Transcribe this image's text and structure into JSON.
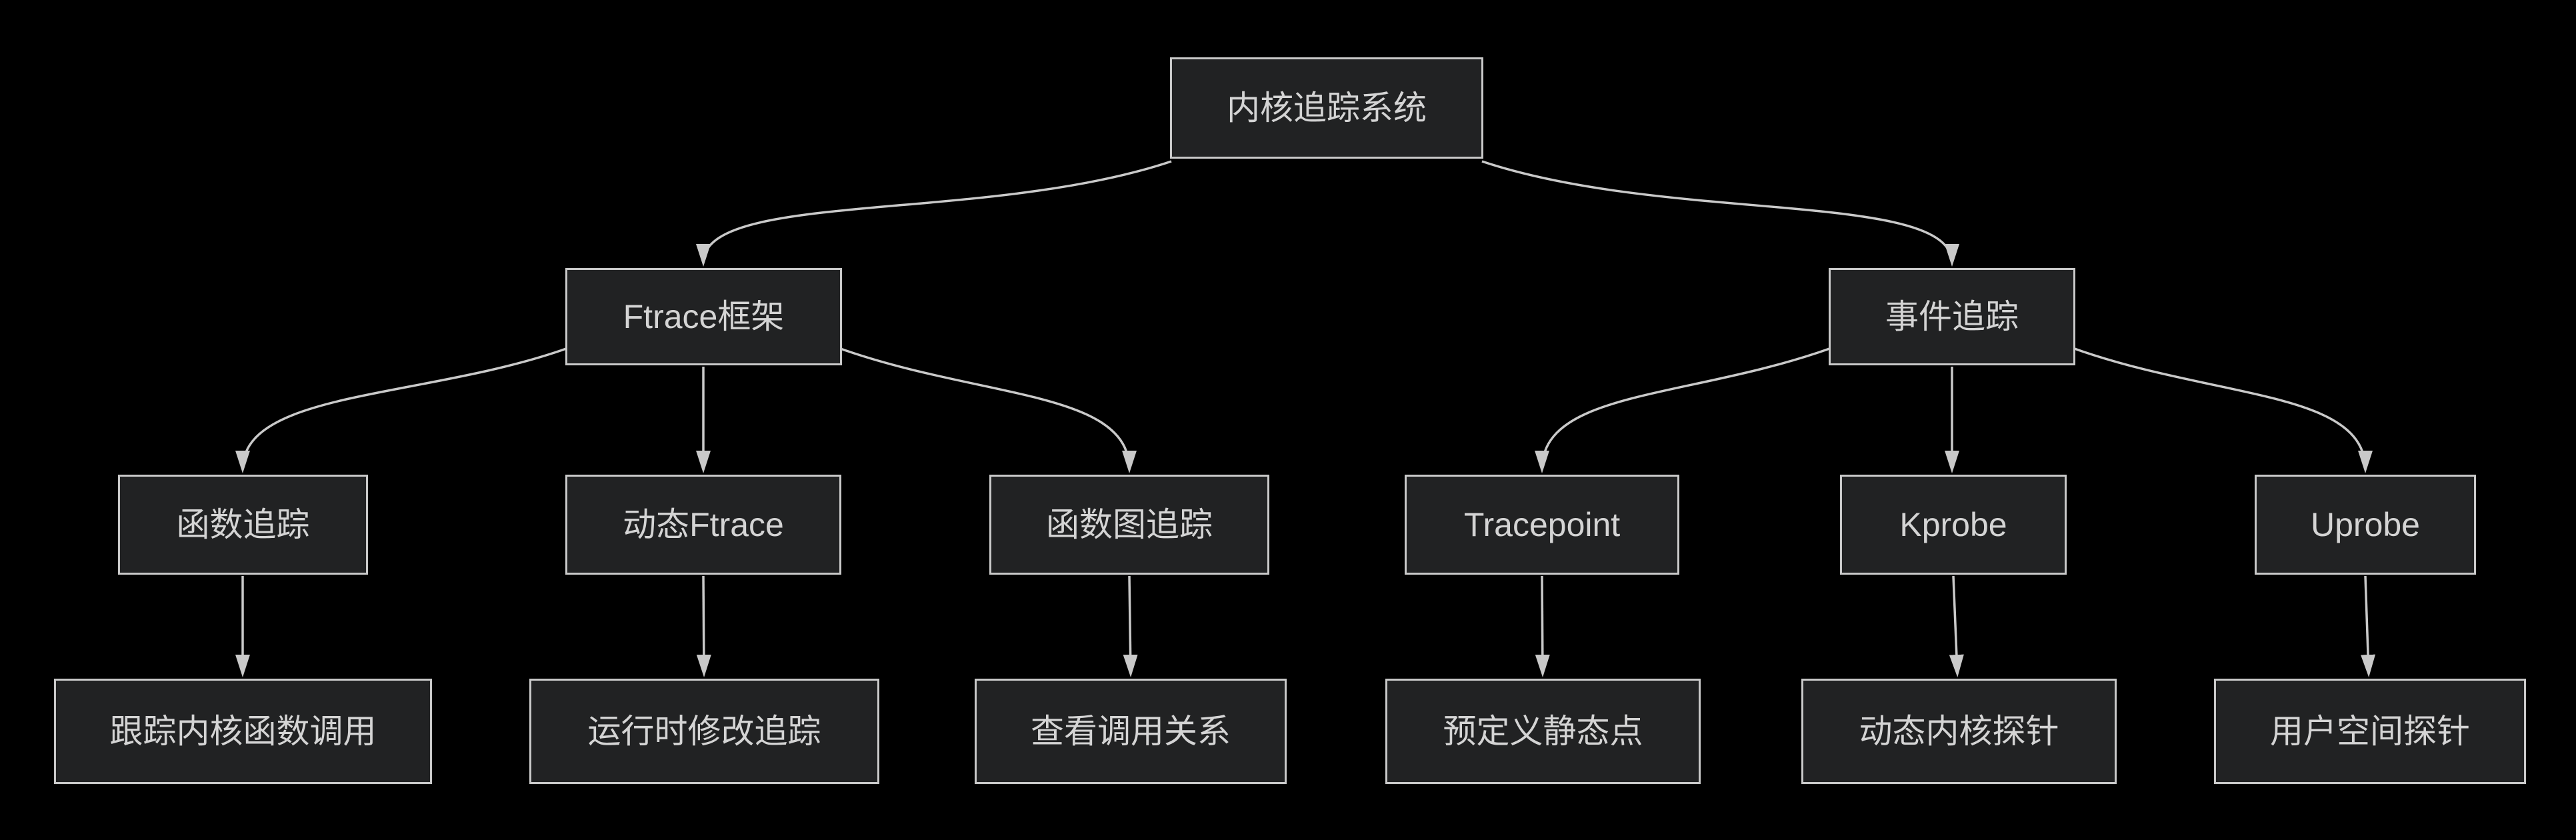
{
  "diagram": {
    "type": "flowchart-tree",
    "colors": {
      "background": "#000000",
      "node_fill": "#212223",
      "node_border": "#c9c9c9",
      "node_text": "#d4d4d4",
      "edge_stroke": "#c9c9c9"
    },
    "nodes": {
      "root": {
        "label": "内核追踪系统"
      },
      "ftrace": {
        "label": "Ftrace框架"
      },
      "events": {
        "label": "事件追踪"
      },
      "func_trace": {
        "label": "函数追踪"
      },
      "dyn_ftrace": {
        "label": "动态Ftrace"
      },
      "func_graph": {
        "label": "函数图追踪"
      },
      "tracepoint": {
        "label": "Tracepoint"
      },
      "kprobe": {
        "label": "Kprobe"
      },
      "uprobe": {
        "label": "Uprobe"
      },
      "func_trace_desc": {
        "label": "跟踪内核函数调用"
      },
      "dyn_ftrace_desc": {
        "label": "运行时修改追踪"
      },
      "func_graph_desc": {
        "label": "查看调用关系"
      },
      "tracepoint_desc": {
        "label": "预定义静态点"
      },
      "kprobe_desc": {
        "label": "动态内核探针"
      },
      "uprobe_desc": {
        "label": "用户空间探针"
      }
    },
    "edges": [
      {
        "from": "root",
        "to": "ftrace"
      },
      {
        "from": "root",
        "to": "events"
      },
      {
        "from": "ftrace",
        "to": "func_trace"
      },
      {
        "from": "ftrace",
        "to": "dyn_ftrace"
      },
      {
        "from": "ftrace",
        "to": "func_graph"
      },
      {
        "from": "events",
        "to": "tracepoint"
      },
      {
        "from": "events",
        "to": "kprobe"
      },
      {
        "from": "events",
        "to": "uprobe"
      },
      {
        "from": "func_trace",
        "to": "func_trace_desc"
      },
      {
        "from": "dyn_ftrace",
        "to": "dyn_ftrace_desc"
      },
      {
        "from": "func_graph",
        "to": "func_graph_desc"
      },
      {
        "from": "tracepoint",
        "to": "tracepoint_desc"
      },
      {
        "from": "kprobe",
        "to": "kprobe_desc"
      },
      {
        "from": "uprobe",
        "to": "uprobe_desc"
      }
    ]
  }
}
